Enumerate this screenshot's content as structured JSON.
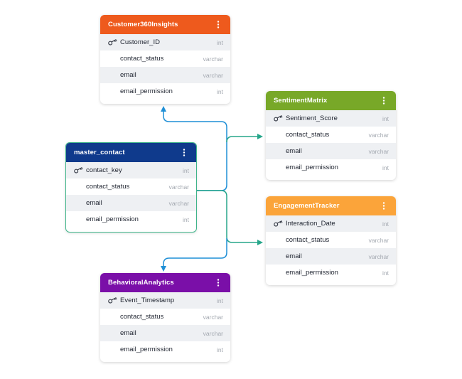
{
  "colors": {
    "connector": "#1f8fd6",
    "connector_secondary": "#26a68a",
    "selected_border": "#3eb489"
  },
  "tables": {
    "customer360": {
      "title": "Customer360Insights",
      "header_color": "#ee5a1d",
      "fields": [
        {
          "name": "Customer_ID",
          "type": "int",
          "key": true
        },
        {
          "name": "contact_status",
          "type": "varchar",
          "key": false
        },
        {
          "name": "email",
          "type": "varchar",
          "key": false
        },
        {
          "name": "email_permission",
          "type": "int",
          "key": false
        }
      ]
    },
    "sentiment": {
      "title": "SentimentMatrix",
      "header_color": "#78a828",
      "fields": [
        {
          "name": "Sentiment_Score",
          "type": "int",
          "key": true
        },
        {
          "name": "contact_status",
          "type": "varchar",
          "key": false
        },
        {
          "name": "email",
          "type": "varchar",
          "key": false
        },
        {
          "name": "email_permission",
          "type": "int",
          "key": false
        }
      ]
    },
    "master": {
      "title": "master_contact",
      "header_color": "#0f3a8c",
      "fields": [
        {
          "name": "contact_key",
          "type": "int",
          "key": true
        },
        {
          "name": "contact_status",
          "type": "varchar",
          "key": false
        },
        {
          "name": "email",
          "type": "varchar",
          "key": false
        },
        {
          "name": "email_permission",
          "type": "int",
          "key": false
        }
      ]
    },
    "engagement": {
      "title": "EngagementTracker",
      "header_color": "#fba43a",
      "fields": [
        {
          "name": "Interaction_Date",
          "type": "int",
          "key": true
        },
        {
          "name": "contact_status",
          "type": "varchar",
          "key": false
        },
        {
          "name": "email",
          "type": "varchar",
          "key": false
        },
        {
          "name": "email_permission",
          "type": "int",
          "key": false
        }
      ]
    },
    "behavioral": {
      "title": "BehavioralAnalytics",
      "header_color": "#7a0fa8",
      "fields": [
        {
          "name": "Event_Timestamp",
          "type": "int",
          "key": true
        },
        {
          "name": "contact_status",
          "type": "varchar",
          "key": false
        },
        {
          "name": "email",
          "type": "varchar",
          "key": false
        },
        {
          "name": "email_permission",
          "type": "int",
          "key": false
        }
      ]
    }
  },
  "relations": [
    {
      "from": "master",
      "to": "customer360",
      "icon": "arrow"
    },
    {
      "from": "master",
      "to": "sentiment",
      "icon": "arrow"
    },
    {
      "from": "master",
      "to": "engagement",
      "icon": "arrow"
    },
    {
      "from": "master",
      "to": "behavioral",
      "icon": "arrow"
    }
  ]
}
